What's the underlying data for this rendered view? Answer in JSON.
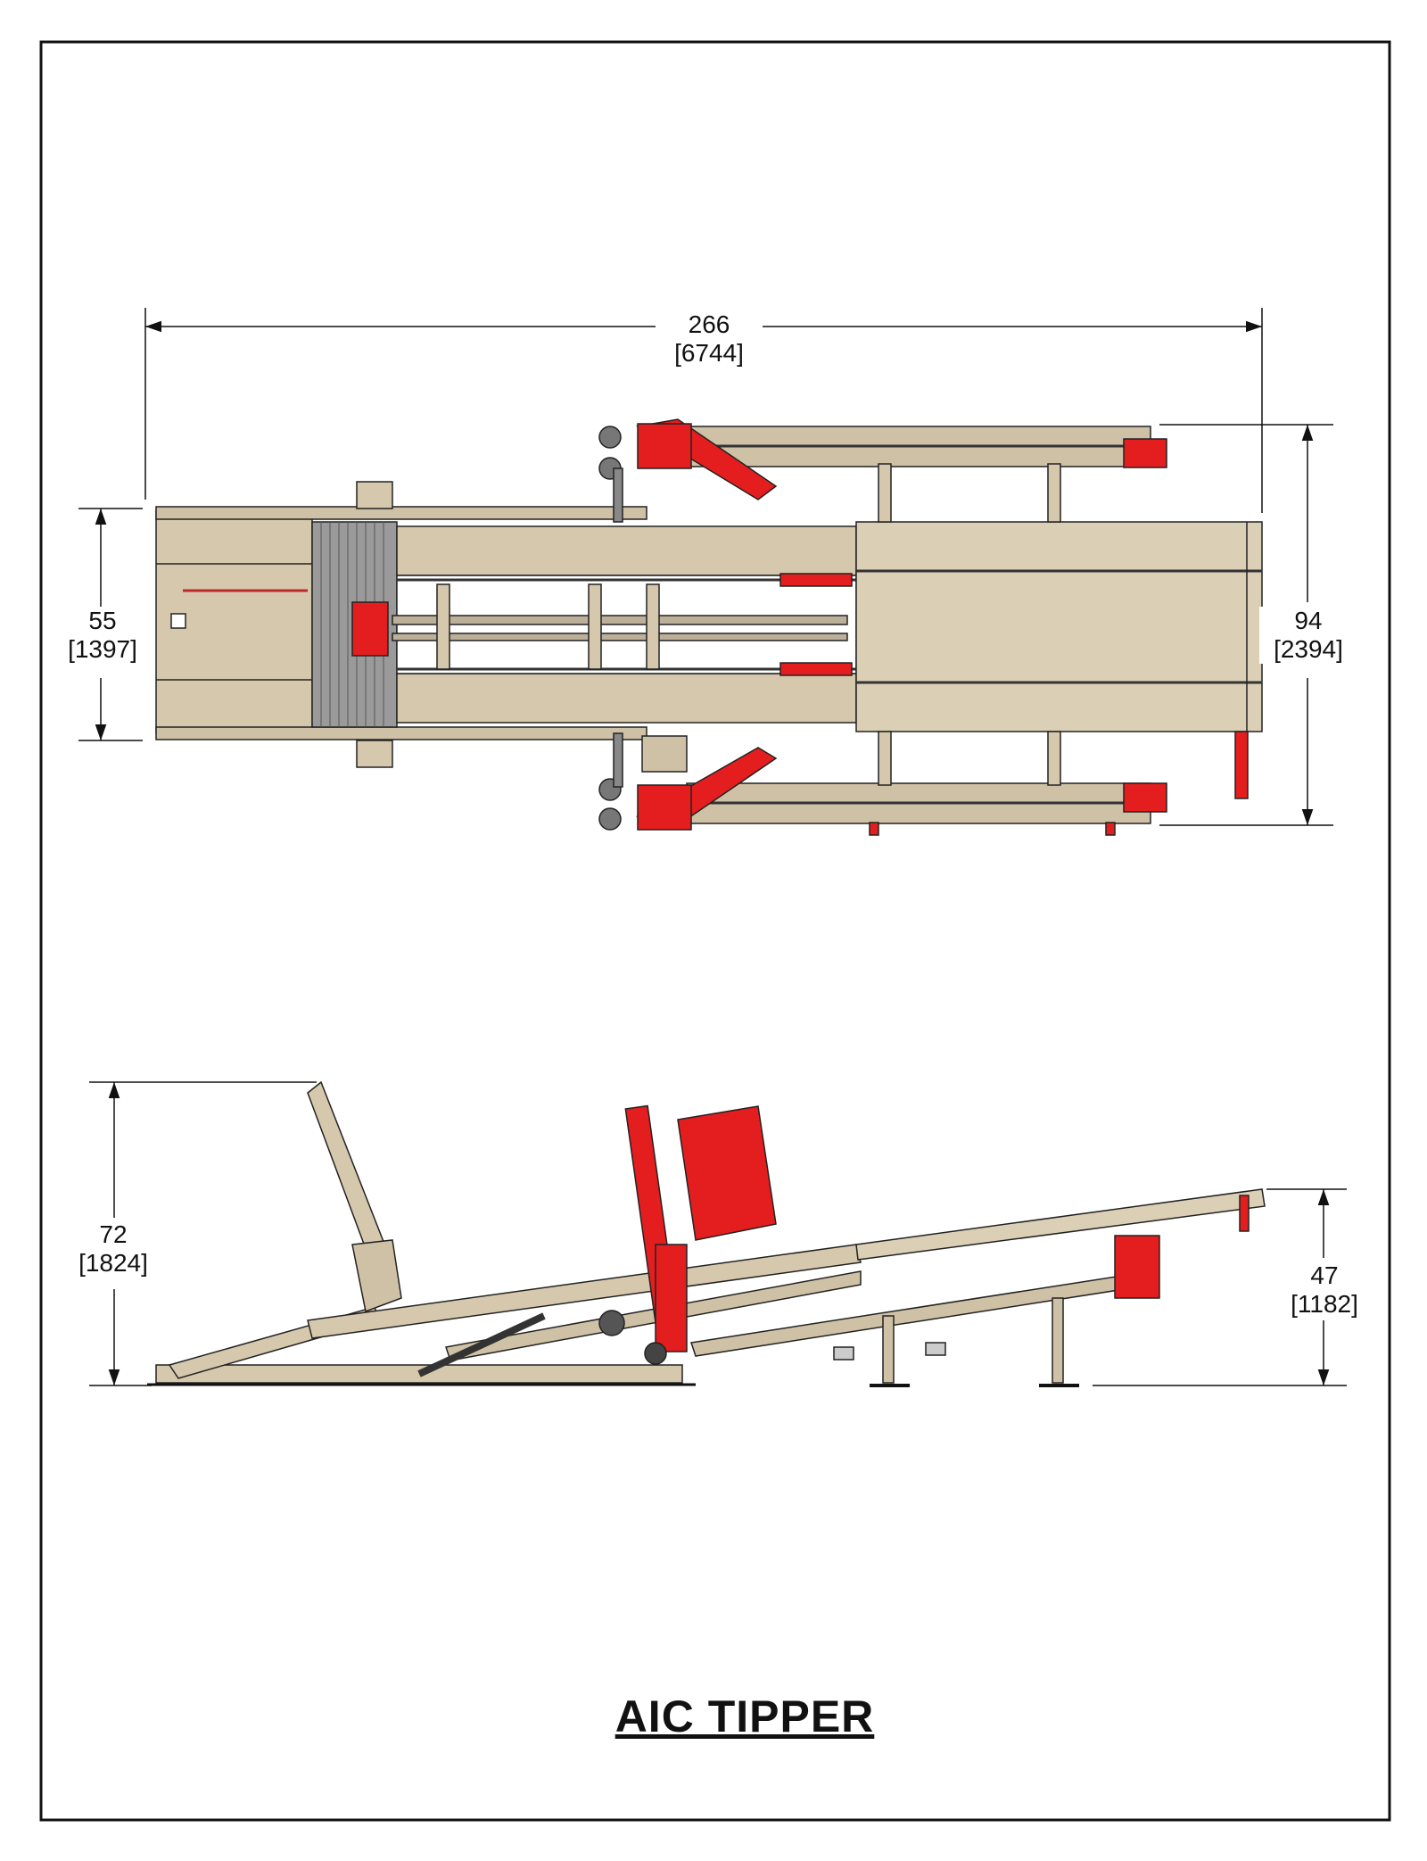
{
  "title": "AIC TIPPER",
  "colors": {
    "frame": "#d6c8ad",
    "frame_dark": "#a99a7e",
    "accent_red": "#e41e1e",
    "steel": "#5a5a5a",
    "yellow": "#f0e040"
  },
  "top_view": {
    "overall_length": {
      "value": "266",
      "metric": "[6744]"
    },
    "inner_width": {
      "value": "55",
      "metric": "[1397]"
    },
    "outer_width": {
      "value": "94",
      "metric": "[2394]"
    }
  },
  "side_view": {
    "overall_height": {
      "value": "72",
      "metric": "[1824]"
    },
    "outfeed_height": {
      "value": "47",
      "metric": "[1182]"
    }
  }
}
